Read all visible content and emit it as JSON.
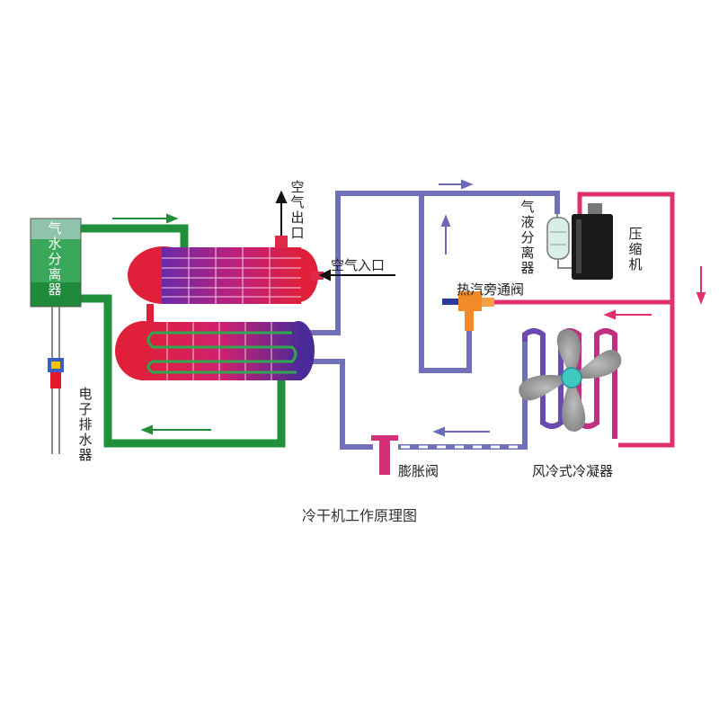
{
  "labels": {
    "air_outlet": "空气出口",
    "air_inlet": "空气入口",
    "gas_water_separator": "气水分离器",
    "electronic_drain": "电子排水器",
    "gas_liquid_separator": "气液分离器",
    "compressor": "压缩机",
    "hot_gas_bypass": "热汽旁通阀",
    "expansion_valve": "膨胀阀",
    "air_cooled_condenser": "风冷式冷凝器"
  },
  "caption": "冷干机工作原理图",
  "colors": {
    "air_pipe": "#1f8f3a",
    "refrigerant_low": "#7070b8",
    "refrigerant_high": "#e0306a",
    "exchanger_hot": "#e0203a",
    "exchanger_cool": "#6a2aa8",
    "separator_top": "#8fc3ac",
    "separator_mid": "#3aa85a",
    "separator_bottom": "#1e8a3a",
    "fan_blade": "#9a9a9a",
    "fan_hub": "#3ec8c0"
  },
  "icons": [
    "fan-icon",
    "compressor-icon",
    "arrow-icon",
    "drain-valve-icon"
  ]
}
